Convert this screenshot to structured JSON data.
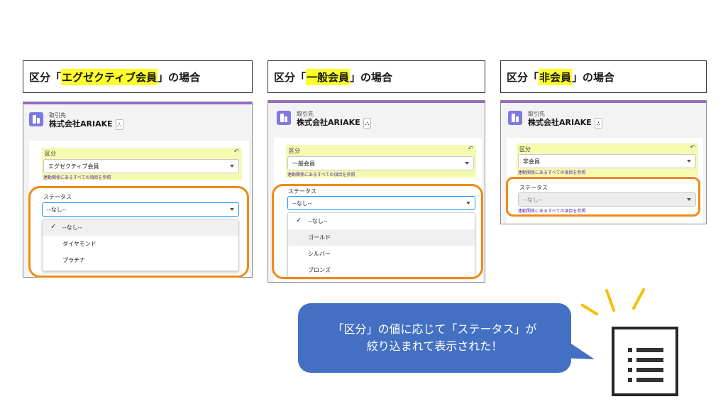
{
  "colors": {
    "highlight": "#ffff2a",
    "accent_orange": "#f08a16",
    "bubble_blue": "#4470c4",
    "record_icon": "#7f79e6",
    "ray_yellow": "#f5c000"
  },
  "panels": [
    {
      "header": {
        "prefix": "区分「",
        "highlight": "エグゼクティブ会員",
        "suffix": "」の場合"
      },
      "record": {
        "object": "取引先",
        "name": "株式会社ARIAKE",
        "hier_icon": "hierarchy-icon"
      },
      "kubun": {
        "label": "区分",
        "value": "エグゼクティブ会員",
        "help": "連動関係にあるすべての項目を参照"
      },
      "status": {
        "label": "ステータス",
        "value": "--なし--",
        "options": [
          "--なし--",
          "ダイヤモンド",
          "プラチナ"
        ],
        "selected": "--なし--"
      }
    },
    {
      "header": {
        "prefix": "区分「",
        "highlight": "一般会員",
        "suffix": "」の場合"
      },
      "record": {
        "object": "取引先",
        "name": "株式会社ARIAKE",
        "hier_icon": "hierarchy-icon"
      },
      "kubun": {
        "label": "区分",
        "value": "一般会員",
        "help": "連動関係にあるすべての項目を参照"
      },
      "status": {
        "label": "ステータス",
        "value": "--なし--",
        "options": [
          "--なし--",
          "ゴールド",
          "シルバー",
          "ブロンズ"
        ],
        "selected": "--なし--"
      }
    },
    {
      "header": {
        "prefix": "区分「",
        "highlight": "非会員",
        "suffix": "」の場合"
      },
      "record": {
        "object": "取引先",
        "name": "株式会社ARIAKE",
        "hier_icon": "hierarchy-icon"
      },
      "kubun": {
        "label": "区分",
        "value": "非会員",
        "help": "連動関係にあるすべての項目を参照"
      },
      "status": {
        "label": "ステータス",
        "value": "--なし--",
        "help": "連動関係にあるすべての項目を参照",
        "disabled": true
      }
    }
  ],
  "callout": {
    "line1": "「区分」の値に応じて「ステータス」が",
    "line2": "絞り込まれて表示された！"
  },
  "icons": {
    "list": "list-icon",
    "check": "check-icon",
    "undo": "undo-icon"
  }
}
